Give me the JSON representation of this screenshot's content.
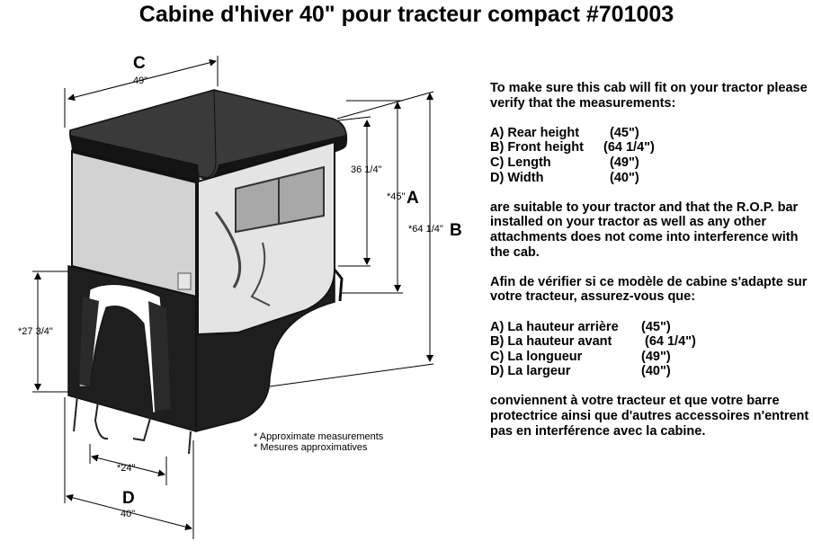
{
  "title": "Cabine d'hiver 40\" pour tracteur compact #701003",
  "diagram": {
    "labels": {
      "c_letter": "C",
      "c_value": "49\"",
      "a_letter": "A",
      "a_value": "*45\"",
      "b_letter": "B",
      "b_value": "*64 1/4\"",
      "d_letter": "D",
      "d_value": "40\"",
      "front_window": "36 1/4\"",
      "side_height": "*27 3/4\"",
      "door_width": "*24\""
    },
    "colors": {
      "cab_dark": "#1c1c1c",
      "window": "#d6d6d6",
      "window_light": "#ececec"
    }
  },
  "notes": {
    "en": "* Approximate measurements",
    "fr": "* Mesures approximatives"
  },
  "english": {
    "intro": "To make sure this cab will fit on your tractor please verify that the measurements:",
    "items": [
      {
        "label": "A) Rear height",
        "value": "(45\")"
      },
      {
        "label": "B) Front height",
        "value": "(64 1/4\")"
      },
      {
        "label": "C) Length",
        "value": "(49\")"
      },
      {
        "label": "D) Width",
        "value": "(40\")"
      }
    ],
    "outro": "are suitable to your tractor and that the R.O.P. bar installed on your tractor as well as any other attachments does not come into interference with the cab."
  },
  "french": {
    "intro": "Afin de vérifier si ce modèle de cabine s'adapte sur votre tracteur, assurez-vous que:",
    "items": [
      {
        "label": "A) La hauteur arrière",
        "value": "(45\")"
      },
      {
        "label": "B) La hauteur avant",
        "value": "(64 1/4\")"
      },
      {
        "label": "C) La longueur",
        "value": "(49\")"
      },
      {
        "label": "D) La largeur",
        "value": "(40\")"
      }
    ],
    "outro": "conviennent à votre tracteur et que votre barre protectrice ainsi que d'autres accessoires n'entrent pas en interférence avec la cabine."
  }
}
